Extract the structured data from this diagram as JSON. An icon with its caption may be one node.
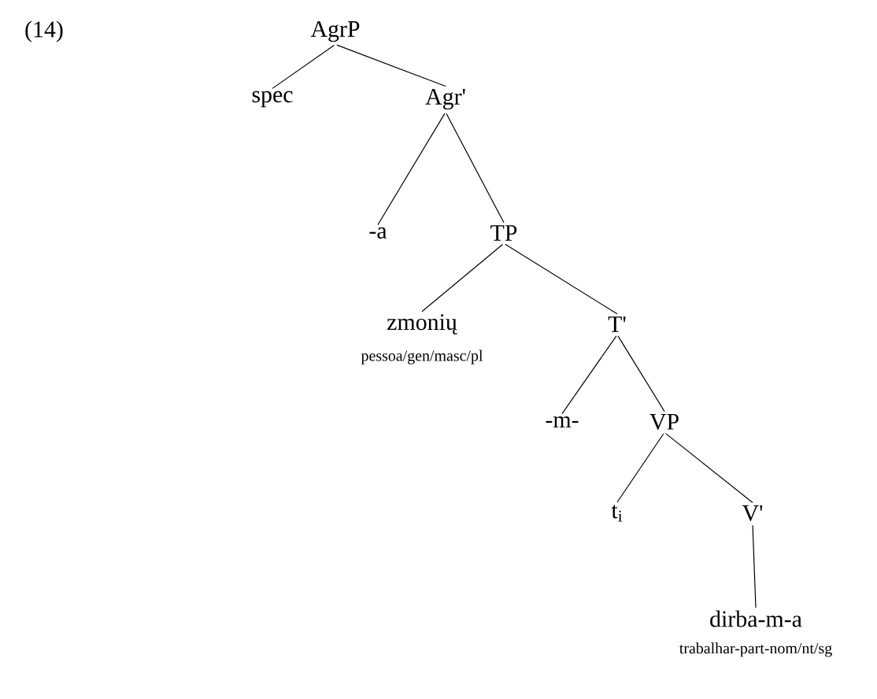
{
  "diagram": {
    "nodes": [
      {
        "text": [
          "AgrP"
        ]
      },
      {
        "text": [
          "spec"
        ]
      },
      {
        "text": [
          "Agr'"
        ]
      },
      {
        "text": [
          "-a"
        ]
      },
      {
        "text": [
          "TP"
        ]
      },
      {
        "text": [
          "zmonių"
        ],
        "beside": [
          "pessoa/gen/masc/pl"
        ]
      },
      {
        "text": [
          "T'"
        ]
      },
      {
        "text": [
          "-m-"
        ]
      },
      {
        "text": [
          "VP"
        ]
      },
      {
        "text": [
          "t$_{i}$"
        ]
      },
      {
        "text": [
          "V'"
        ]
      },
      {
        "text": [
          "dirba-m-a"
        ],
        "beside": [
          "trabalhar-part-nom/nt/sg"
        ]
      }
    ],
    "edges": [
      {
        "from": 0,
        "to": 1,
        "arrow": "none"
      },
      {
        "from": 0,
        "to": 2,
        "arrow": "none"
      },
      {
        "from": 2,
        "to": 3,
        "arrow": "none"
      },
      {
        "from": 2,
        "to": 4,
        "arrow": "none"
      },
      {
        "from": 4,
        "to": 5,
        "arrow": "none"
      },
      {
        "from": 4,
        "to": 6,
        "arrow": "none"
      },
      {
        "from": 6,
        "to": 7,
        "arrow": "none"
      },
      {
        "from": 6,
        "to": 8,
        "arrow": "none"
      },
      {
        "from": 8,
        "to": 9,
        "arrow": "none"
      },
      {
        "from": 8,
        "to": 10,
        "arrow": "none"
      },
      {
        "from": 10,
        "to": 11,
        "arrow": "none"
      }
    ],
    "labels": [
      "(14)"
    ]
  }
}
